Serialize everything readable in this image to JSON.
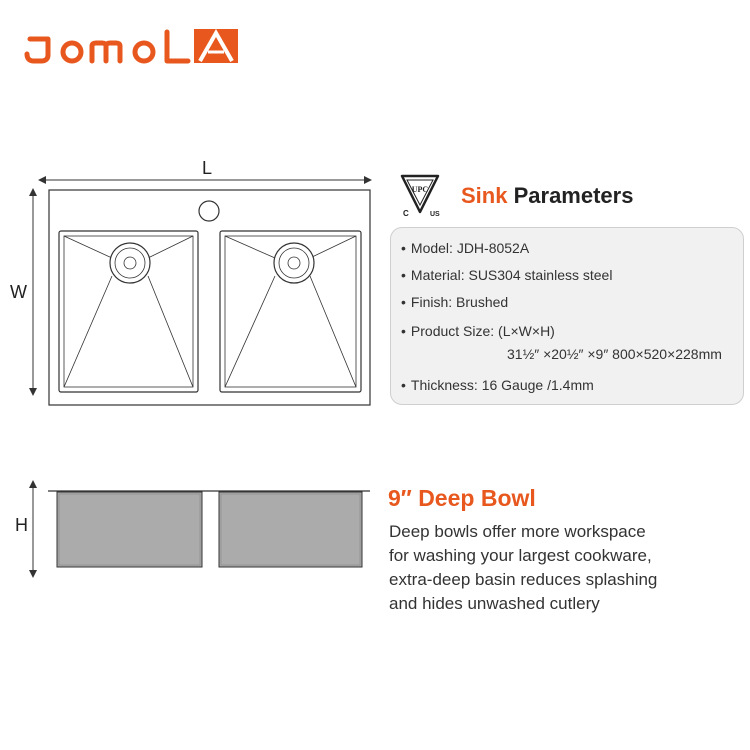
{
  "brand": {
    "name": "Jomola",
    "color": "#e8581e"
  },
  "dimensions": {
    "length_label": "L",
    "width_label": "W",
    "height_label": "H"
  },
  "certification": {
    "mark": "UPC",
    "c_mark": "C",
    "us_mark": "US"
  },
  "parameters": {
    "title_accent": "Sink",
    "title_rest": "Parameters",
    "bullet": "•",
    "items": [
      "Model: JDH-8052A",
      "Material: SUS304 stainless steel",
      "Finish: Brushed",
      "Product Size: (L×W×H)",
      "Thickness: 16 Gauge /1.4mm"
    ],
    "size_value": "31½″ ×20½″ ×9″ 800×520×228mm"
  },
  "bowl": {
    "title": "9″ Deep Bowl",
    "description": [
      "Deep bowls offer more workspace",
      "for washing your largest cookware,",
      "extra-deep basin reduces splashing",
      "and hides unwashed cutlery"
    ]
  },
  "colors": {
    "accent": "#e8581e",
    "panel": "#f1f1f1",
    "line": "#333333"
  }
}
